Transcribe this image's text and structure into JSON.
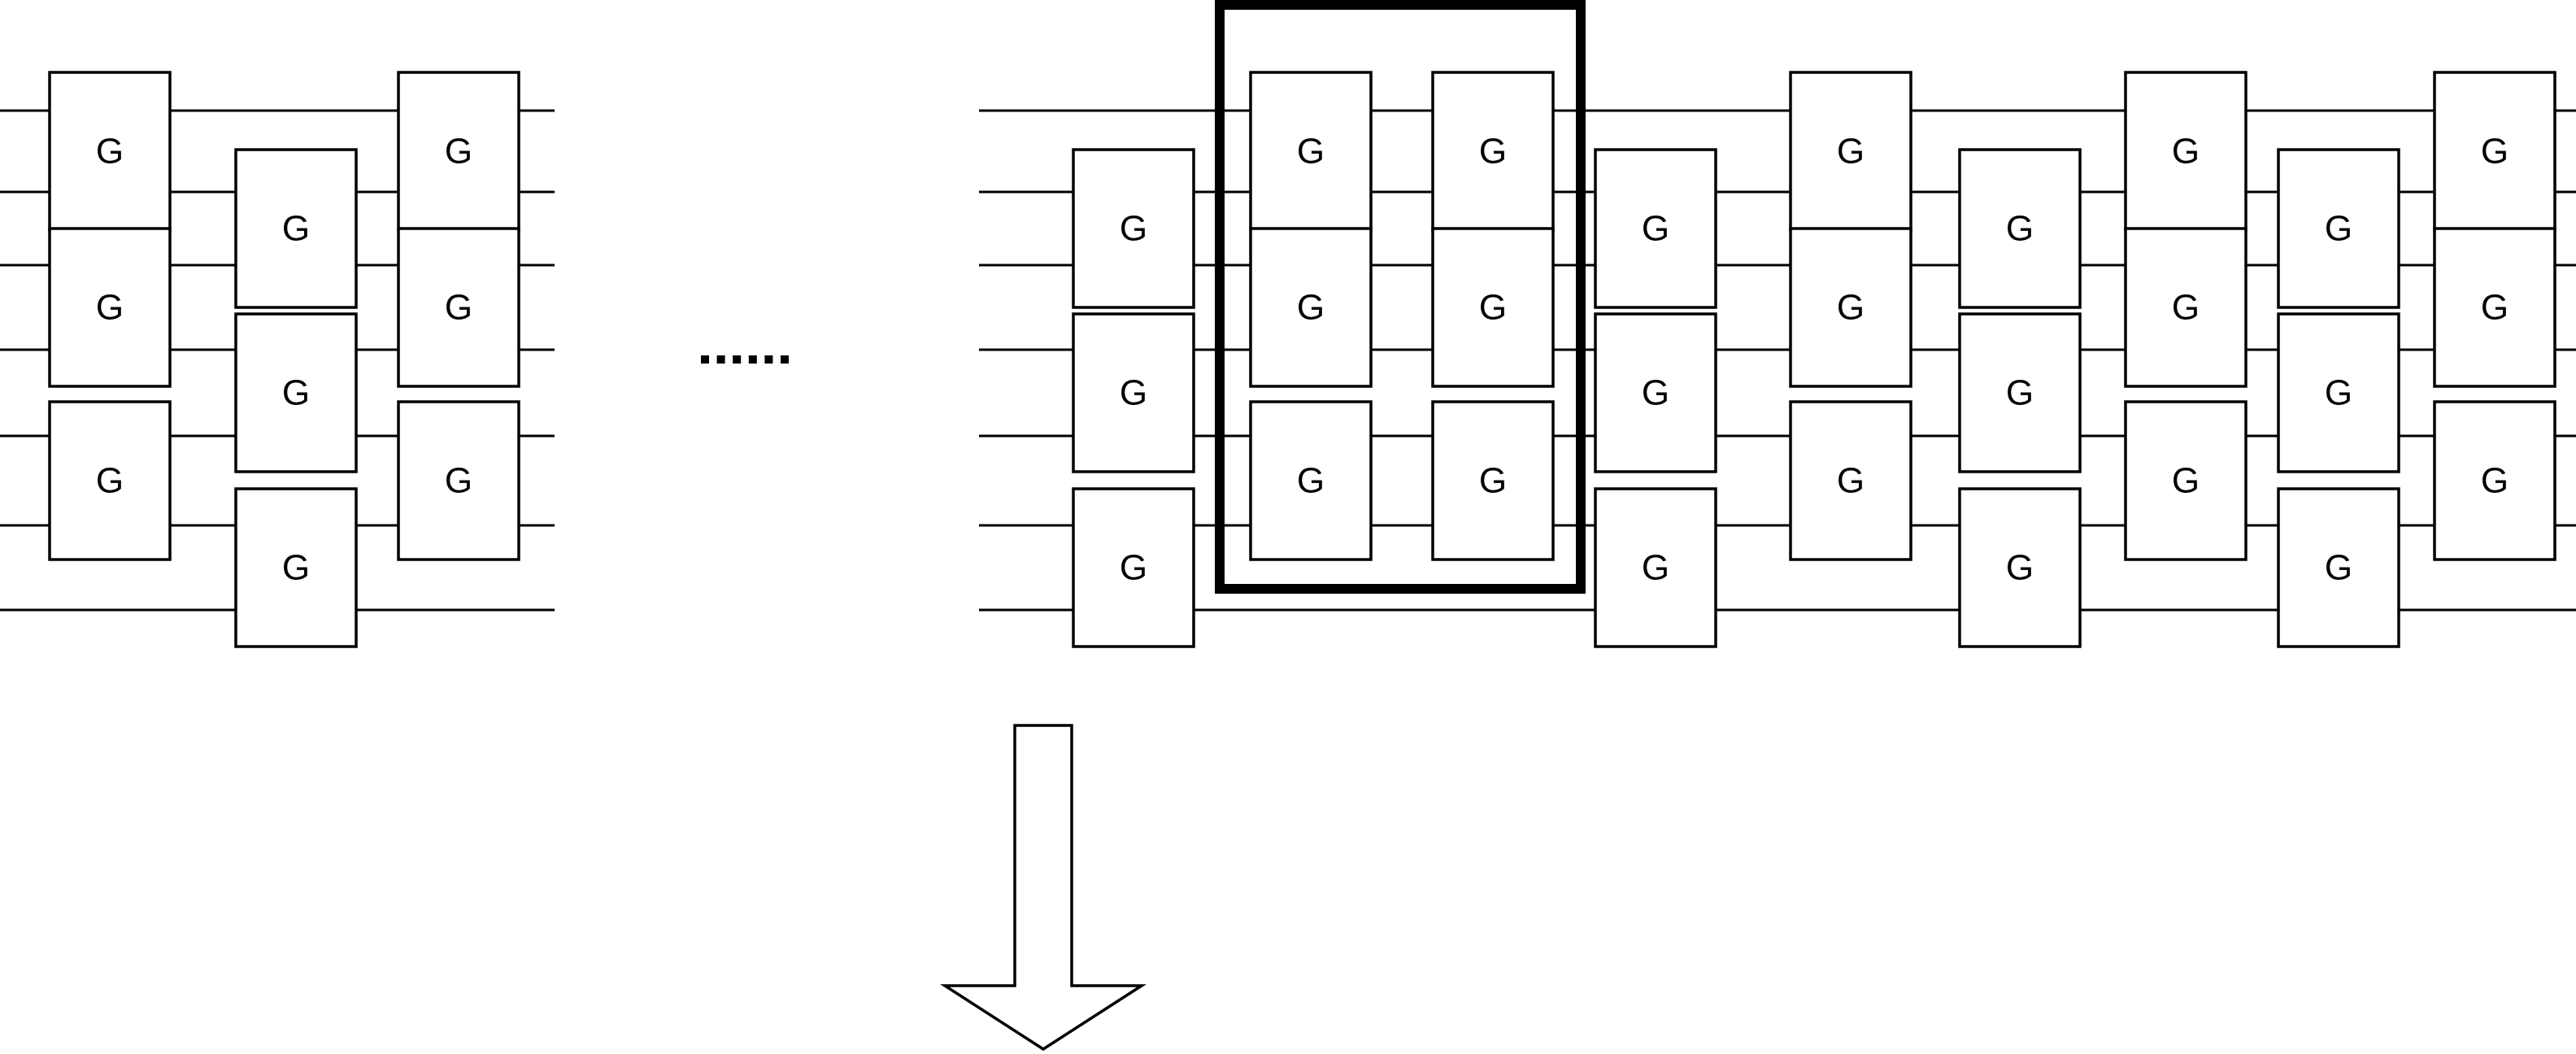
{
  "diagram": {
    "gate_label": "G",
    "colors": {
      "line": "#000000",
      "background": "#ffffff"
    },
    "left_circuit": {
      "wire_count": 7,
      "gate_columns": [
        {
          "wires_spanned": [
            [
              1,
              2
            ],
            [
              3,
              4
            ],
            [
              5,
              6
            ]
          ]
        },
        {
          "wires_spanned": [
            [
              2,
              3
            ],
            [
              4,
              5
            ],
            [
              6,
              7
            ]
          ]
        },
        {
          "wires_spanned": [
            [
              1,
              2
            ],
            [
              3,
              4
            ],
            [
              5,
              6
            ]
          ]
        }
      ]
    },
    "ellipsis": "......",
    "right_circuit": {
      "wire_count": 7,
      "gate_columns": [
        {
          "wires_spanned": [
            [
              2,
              3
            ],
            [
              4,
              5
            ],
            [
              6,
              7
            ]
          ]
        },
        {
          "wires_spanned": [
            [
              1,
              2
            ],
            [
              3,
              4
            ],
            [
              5,
              6
            ]
          ],
          "highlighted": true
        },
        {
          "wires_spanned": [
            [
              1,
              2
            ],
            [
              3,
              4
            ],
            [
              5,
              6
            ]
          ],
          "highlighted": true
        },
        {
          "wires_spanned": [
            [
              2,
              3
            ],
            [
              4,
              5
            ],
            [
              6,
              7
            ]
          ]
        },
        {
          "wires_spanned": [
            [
              1,
              2
            ],
            [
              3,
              4
            ],
            [
              5,
              6
            ]
          ]
        },
        {
          "wires_spanned": [
            [
              2,
              3
            ],
            [
              4,
              5
            ],
            [
              6,
              7
            ]
          ]
        },
        {
          "wires_spanned": [
            [
              1,
              2
            ],
            [
              3,
              4
            ],
            [
              5,
              6
            ]
          ]
        },
        {
          "wires_spanned": [
            [
              2,
              3
            ],
            [
              4,
              5
            ],
            [
              6,
              7
            ]
          ]
        },
        {
          "wires_spanned": [
            [
              1,
              2
            ],
            [
              3,
              4
            ],
            [
              5,
              6
            ]
          ]
        }
      ]
    },
    "arrow": {
      "direction": "down"
    }
  }
}
